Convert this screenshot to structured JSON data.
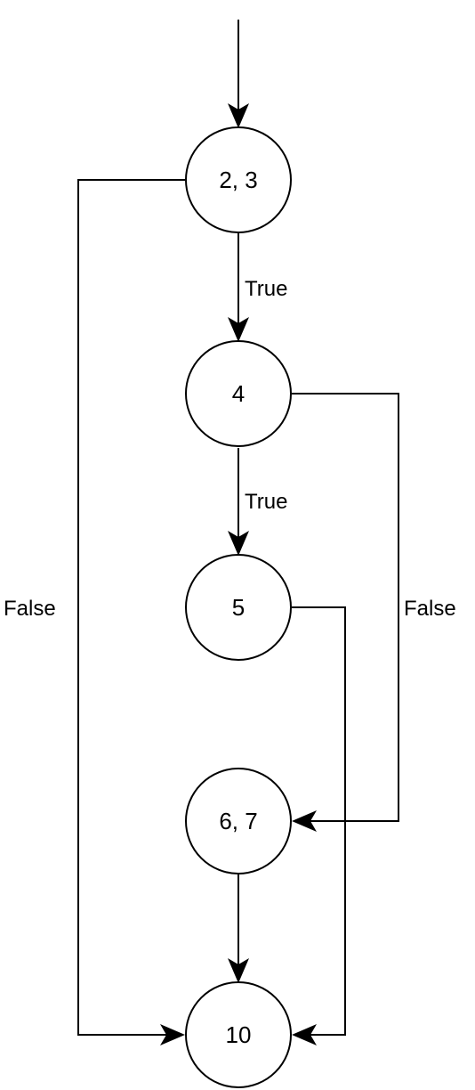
{
  "nodes": [
    {
      "id": "n23",
      "label": "2, 3"
    },
    {
      "id": "n4",
      "label": "4"
    },
    {
      "id": "n5",
      "label": "5"
    },
    {
      "id": "n67",
      "label": "6, 7"
    },
    {
      "id": "n10",
      "label": "10"
    }
  ],
  "edges": [
    {
      "id": "entry",
      "from": "",
      "to": "n23",
      "label": ""
    },
    {
      "id": "e23_4",
      "from": "n23",
      "to": "n4",
      "label": "True"
    },
    {
      "id": "e4_5",
      "from": "n4",
      "to": "n5",
      "label": "True"
    },
    {
      "id": "e23_10",
      "from": "n23",
      "to": "n10",
      "label": "False"
    },
    {
      "id": "e4_67",
      "from": "n4",
      "to": "n67",
      "label": "False"
    },
    {
      "id": "e5_10",
      "from": "n5",
      "to": "n10",
      "label": ""
    },
    {
      "id": "e67_10",
      "from": "n67",
      "to": "n10",
      "label": ""
    }
  ],
  "colors": {
    "stroke": "#000000",
    "fill": "#ffffff",
    "text": "#000000"
  }
}
